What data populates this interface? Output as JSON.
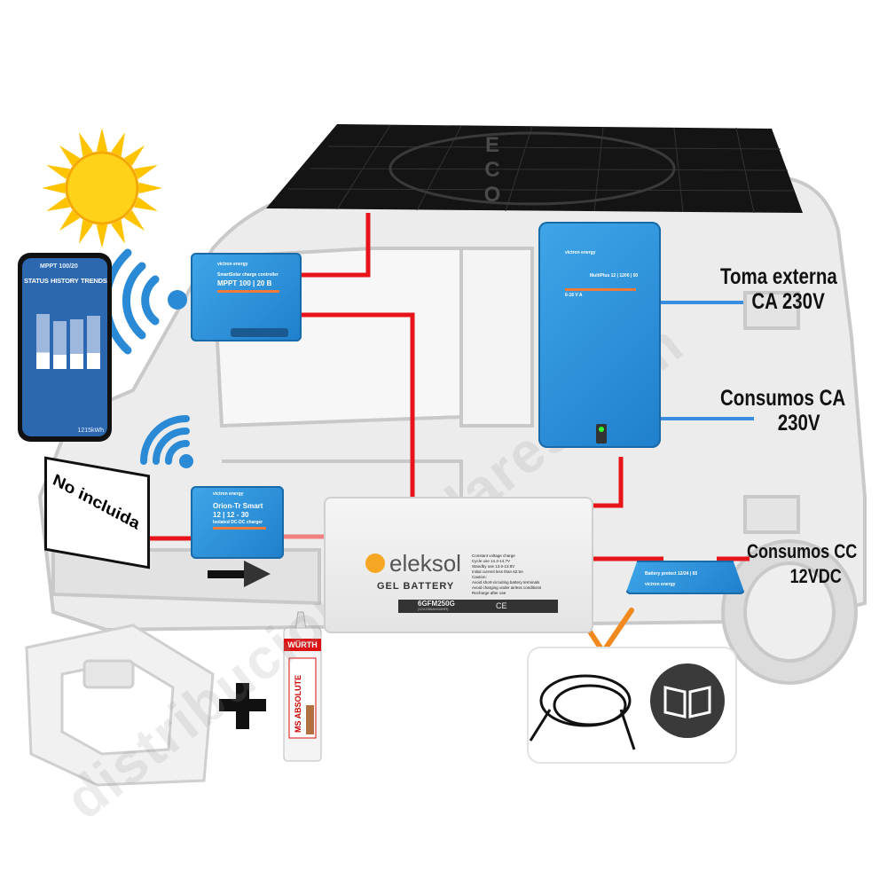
{
  "labels": {
    "external_ac": [
      "Toma externa",
      "CA 230V"
    ],
    "ac_loads": [
      "Consumos CA",
      "230V"
    ],
    "dc_loads": [
      "Consumos CC",
      "12VDC"
    ],
    "not_included": "No incluida"
  },
  "devices": {
    "solar_panel": {
      "brand_mark": "ECO"
    },
    "mppt": {
      "brand": "victron energy",
      "line1": "SmartSolar charge controller",
      "model": "MPPT 100 | 20 B"
    },
    "inverter": {
      "brand": "victron energy",
      "model": "MultiPlus 12 | 1200 | 50",
      "sub": "6-16 V A"
    },
    "orion": {
      "brand": "victron energy",
      "model_line1": "Orion-Tr Smart",
      "model_line2": "12 | 12 - 30",
      "line3": "Isolated DC-DC charger"
    },
    "battery": {
      "brand": "eleksol",
      "type": "GEL BATTERY",
      "model": "6GFM250G",
      "spec": "(12V/250AH/10HR)",
      "notes": [
        "Constant voltage charge",
        "Cycle use 14.4-14.7V",
        "Standby use 13.6-13.8V",
        "Initial current less than 62.5A",
        "Caution:",
        "Avoid short-circuiting battery terminals",
        "Avoid charging under airless conditions",
        "Recharge after use"
      ],
      "marks": "CE"
    },
    "battery_protect": {
      "brand": "victron energy",
      "model": "Battery protect 12/24 | 65"
    },
    "sealant": {
      "brand": "WÜRTH",
      "product": "MS ABSOLUTE"
    }
  },
  "phone_app": {
    "title": "MPPT 100/20",
    "tabs": [
      "STATUS",
      "HISTORY",
      "TRENDS"
    ],
    "bars": [
      0.78,
      0.67,
      0.7,
      0.75
    ],
    "footer_value": "1215kWh"
  },
  "watermark": "distribucionessolares.com",
  "colors": {
    "dc_cable": "#e8141c",
    "ac_cable": "#3a8ee0",
    "victron_blue": "#2b8ad6",
    "check": "#f08a1e",
    "panel": "#141414"
  }
}
